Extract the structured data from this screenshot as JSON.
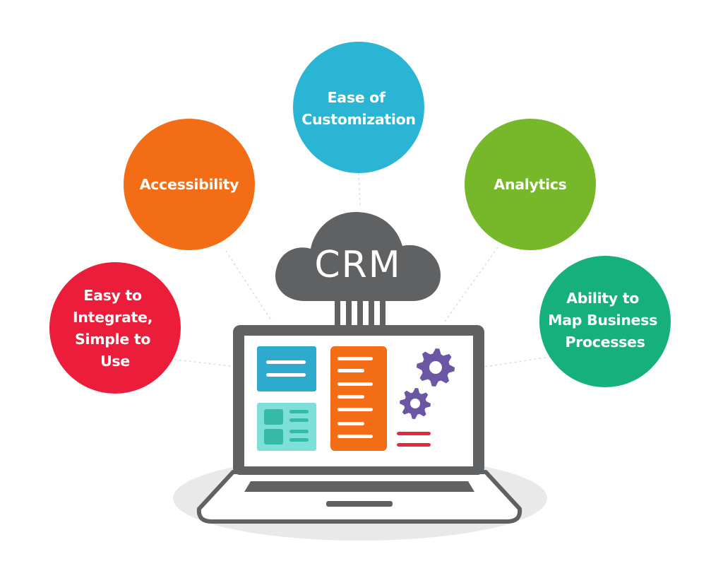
{
  "center": {
    "label": "CRM",
    "cloud_color": "#5f6163"
  },
  "features": [
    {
      "id": "easy-to-integrate",
      "lines": [
        "Easy to",
        "Integrate,",
        "Simple to",
        "Use"
      ],
      "color": "#ec1d3a"
    },
    {
      "id": "accessibility",
      "lines": [
        "Accessibility"
      ],
      "color": "#f26d16"
    },
    {
      "id": "ease-of-customization",
      "lines": [
        "Ease of",
        "Customization"
      ],
      "color": "#29b5d3"
    },
    {
      "id": "analytics",
      "lines": [
        "Analytics"
      ],
      "color": "#76b82a"
    },
    {
      "id": "ability-to-map",
      "lines": [
        "Ability to",
        "Map Business",
        "Processes"
      ],
      "color": "#16b07c"
    }
  ],
  "colors": {
    "laptop_frame": "#5f6163",
    "screen": "#ffffff",
    "card_blue": "#2eaacf",
    "card_teal": "#7edfd8",
    "panel_orange": "#f26d16",
    "gear": "#6a56a3",
    "red_lines": "#e8283c",
    "shadow": "#e7e7e7"
  }
}
